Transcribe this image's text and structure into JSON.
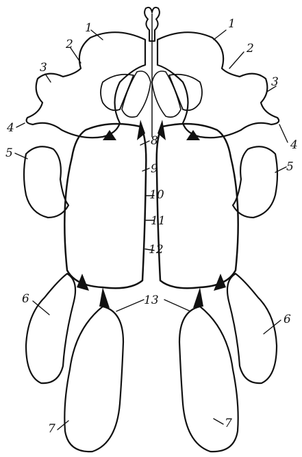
{
  "labels": {
    "l1": "1",
    "r1": "1",
    "l2": "2",
    "r2": "2",
    "l3": "3",
    "r3": "3",
    "l4": "4",
    "r4": "4",
    "l5": "5",
    "r5": "5",
    "l6": "6",
    "r6": "6",
    "l7": "7",
    "r7": "7",
    "c8": "8",
    "c9": "9",
    "c10": "10",
    "c11": "11",
    "c12": "12",
    "c13": "13"
  },
  "colors": {
    "ink": "#111111",
    "paper": "#ffffff",
    "tissue": "#e6e6e6"
  }
}
